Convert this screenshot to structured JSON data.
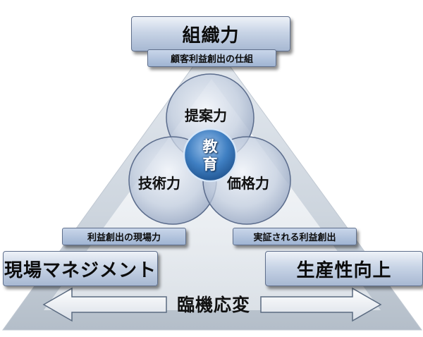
{
  "top": {
    "title": "組織力",
    "subtitle": "顧客利益創出の仕組"
  },
  "left": {
    "title": "現場マネジメント",
    "subtitle": "利益創出の現場力"
  },
  "right": {
    "title": "生産性向上",
    "subtitle": "実証される利益創出"
  },
  "circles": {
    "top": "提案力",
    "left": "技術力",
    "right": "価格力"
  },
  "center": {
    "line1": "教",
    "line2": "育"
  },
  "bottom": {
    "label": "臨機応変"
  },
  "colors": {
    "box_light": "#eef2f8",
    "box_dark": "#a7b8d2",
    "center_blue": "#2f6fb0",
    "triangle": "#c3cdd8"
  }
}
